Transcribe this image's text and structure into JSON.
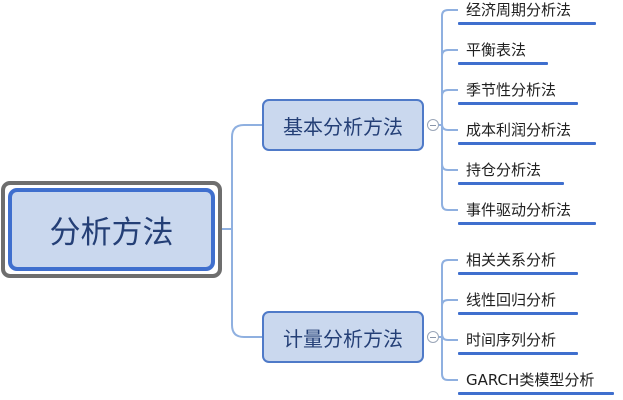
{
  "root": {
    "label": "分析方法"
  },
  "branches": [
    {
      "label": "基本分析方法",
      "children": [
        "经济周期分析法",
        "平衡表法",
        "季节性分析法",
        "成本利润分析法",
        "持仓分析法",
        "事件驱动分析法"
      ]
    },
    {
      "label": "计量分析方法",
      "children": [
        "相关关系分析",
        "线性回归分析",
        "时间序列分析",
        "GARCH类模型分析"
      ]
    }
  ],
  "colors": {
    "accent": "#3f6fce",
    "node_fill": "#cad8ee",
    "connector": "#8fb0e0",
    "root_frame": "#6e6e6e"
  },
  "icons": {
    "collapse": "collapse-minus-icon"
  }
}
